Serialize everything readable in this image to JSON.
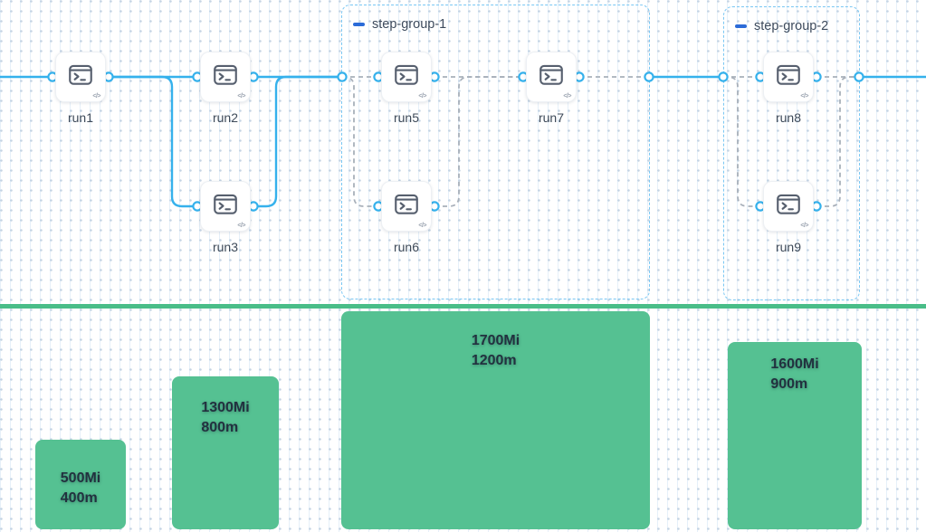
{
  "colors": {
    "edge_blue": "#35b1ec",
    "group_border_blue": "#7ac7f3",
    "group_collapse_blue": "#2b6bd8",
    "dashed_edge_gray": "#a8b0ba",
    "node_icon_slate": "#565f6e",
    "label_slate": "#3e4a59",
    "bar_green": "#55c192",
    "divider_green": "#49bd88",
    "bar_text_dark": "#22313f"
  },
  "icons": {
    "node_type": "terminal-window-icon",
    "code_badge_glyph": "</>",
    "group_collapse": "minus-dash-icon"
  },
  "nodes": [
    {
      "id": "run1",
      "label": "run1"
    },
    {
      "id": "run2",
      "label": "run2"
    },
    {
      "id": "run3",
      "label": "run3"
    },
    {
      "id": "run5",
      "label": "run5"
    },
    {
      "id": "run6",
      "label": "run6"
    },
    {
      "id": "run7",
      "label": "run7"
    },
    {
      "id": "run8",
      "label": "run8"
    },
    {
      "id": "run9",
      "label": "run9"
    }
  ],
  "groups": [
    {
      "label": "step-group-1"
    },
    {
      "label": "step-group-2"
    }
  ],
  "chart_data": {
    "type": "bar",
    "title": "",
    "bars": [
      {
        "memory": "500Mi",
        "cpu": "400m"
      },
      {
        "memory": "1300Mi",
        "cpu": "800m"
      },
      {
        "memory": "1700Mi",
        "cpu": "1200m"
      },
      {
        "memory": "1600Mi",
        "cpu": "900m"
      }
    ]
  }
}
